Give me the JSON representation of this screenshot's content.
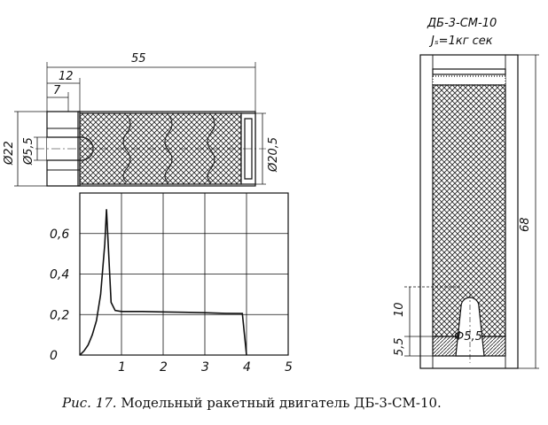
{
  "caption": {
    "label": "Рис. 17.",
    "text": "Модельный ракетный двигатель ДБ-3-СМ-10."
  },
  "engine_section": {
    "dimensions": [
      "55",
      "12",
      "7",
      "Ø22",
      "Ø5,5",
      "Ø20,5"
    ]
  },
  "right_section": {
    "name": "ДБ-3-СМ-10",
    "impulse": "Jₛ=1кг сек",
    "dimensions": [
      "68",
      "10",
      "5,5",
      "Ф5,5"
    ]
  },
  "chart_data": {
    "type": "line",
    "x_ticks": [
      "0",
      "1",
      "2",
      "3",
      "4",
      "5"
    ],
    "y_ticks": [
      "0",
      "0,2",
      "0,4",
      "0,6"
    ],
    "xlim": [
      0,
      5
    ],
    "ylim": [
      0,
      0.8
    ],
    "series": [
      {
        "x": [
          0.0,
          0.1,
          0.2,
          0.3,
          0.4,
          0.5,
          0.6,
          0.64,
          0.68,
          0.75,
          0.85,
          1.0,
          1.5,
          2.0,
          2.5,
          3.0,
          3.5,
          3.9,
          4.0
        ],
        "y": [
          0.0,
          0.02,
          0.05,
          0.1,
          0.17,
          0.3,
          0.55,
          0.72,
          0.55,
          0.26,
          0.22,
          0.215,
          0.215,
          0.213,
          0.211,
          0.209,
          0.206,
          0.205,
          0.0
        ]
      }
    ]
  }
}
